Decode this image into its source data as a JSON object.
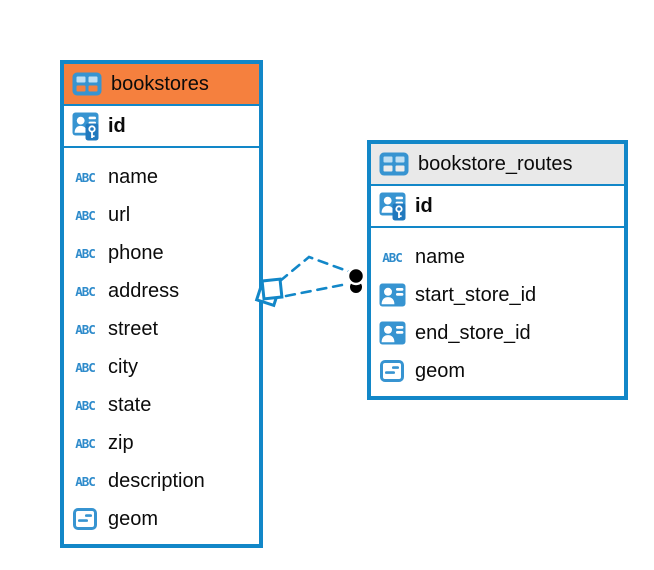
{
  "diagram": {
    "abc_label": "ABC",
    "colors": {
      "accent_blue": "#1287C8",
      "icon_blue": "#3794D1",
      "key_badge_blue": "#2179BE",
      "header_orange": "#F5803E",
      "header_gray": "#E9E9E9",
      "relation_dot": "#000000"
    },
    "tables": [
      {
        "name": "bookstores",
        "header_color": "#F5803E",
        "pk": {
          "name": "id"
        },
        "columns": [
          {
            "name": "name",
            "type": "text"
          },
          {
            "name": "url",
            "type": "text"
          },
          {
            "name": "phone",
            "type": "text"
          },
          {
            "name": "address",
            "type": "text"
          },
          {
            "name": "street",
            "type": "text"
          },
          {
            "name": "city",
            "type": "text"
          },
          {
            "name": "state",
            "type": "text"
          },
          {
            "name": "zip",
            "type": "text"
          },
          {
            "name": "description",
            "type": "text"
          },
          {
            "name": "geom",
            "type": "geometry"
          }
        ]
      },
      {
        "name": "bookstore_routes",
        "header_color": "#E9E9E9",
        "pk": {
          "name": "id"
        },
        "columns": [
          {
            "name": "name",
            "type": "text"
          },
          {
            "name": "start_store_id",
            "type": "reference"
          },
          {
            "name": "end_store_id",
            "type": "reference"
          },
          {
            "name": "geom",
            "type": "geometry"
          }
        ]
      }
    ],
    "relation": {
      "from_table": "bookstore_routes",
      "to_table": "bookstores",
      "line_style": "dashed"
    }
  }
}
